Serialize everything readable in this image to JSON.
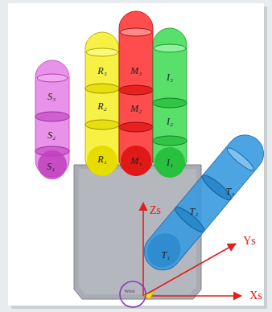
{
  "diagram": {
    "labels": [
      "S₃",
      "S₂",
      "S₁",
      "R₃",
      "R₂",
      "R₁",
      "M₃",
      "M₂",
      "M₁",
      "I₃",
      "I₂",
      "I₁",
      "T₃",
      "T₂",
      "T₁",
      "Zs",
      "Ys",
      "Xs",
      "Wrist"
    ]
  }
}
